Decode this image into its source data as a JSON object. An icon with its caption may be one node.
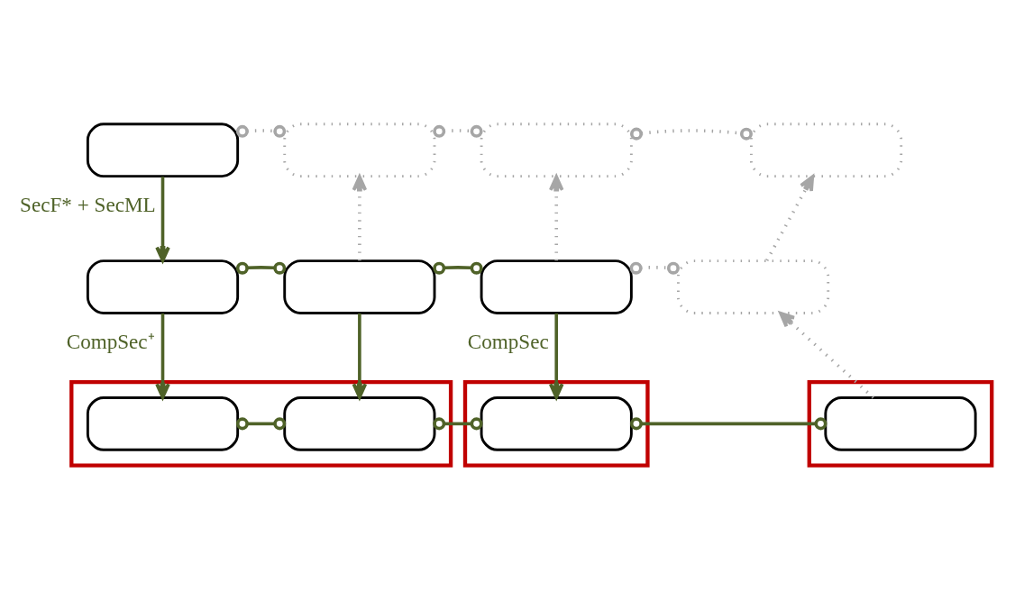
{
  "diagram": {
    "nodes": [
      {
        "text": [],
        "shape": "box"
      },
      {
        "text": [],
        "shape": "box"
      },
      {
        "text": [],
        "shape": "box"
      },
      {
        "text": [],
        "shape": "box"
      },
      {
        "text": [],
        "shape": "box"
      },
      {
        "text": [],
        "shape": "box"
      },
      {
        "text": [],
        "shape": "box"
      },
      {
        "text": [],
        "shape": "box"
      },
      {
        "text": [],
        "shape": "box"
      },
      {
        "text": [],
        "shape": "box",
        "in": 8
      },
      {
        "text": [],
        "shape": "box",
        "in": 8
      },
      {
        "text": [],
        "shape": "box"
      },
      {
        "text": [],
        "shape": "box",
        "in": 11
      },
      {
        "text": [],
        "shape": "box"
      },
      {
        "text": [],
        "shape": "box",
        "in": 13
      }
    ],
    "edges": [
      {
        "from": 0,
        "to": 4,
        "arrow": "to",
        "label": "SecF* + SecML"
      },
      {
        "from": 0,
        "to": 1,
        "arrow": "other",
        "style": "dashed",
        "color": "#a6a6a6"
      },
      {
        "from": 1,
        "to": 2,
        "arrow": "other",
        "style": "dashed",
        "color": "#a6a6a6"
      },
      {
        "from": 2,
        "to": 3,
        "arrow": "other",
        "style": "dashed",
        "color": "#a6a6a6"
      },
      {
        "from": 5,
        "to": 1,
        "arrow": "to",
        "style": "dashed",
        "color": "#a6a6a6"
      },
      {
        "from": 6,
        "to": 2,
        "arrow": "to",
        "style": "dashed",
        "color": "#a6a6a6"
      },
      {
        "from": 7,
        "to": 3,
        "arrow": "to",
        "style": "dashed",
        "color": "#a6a6a6"
      },
      {
        "from": 4,
        "to": 5,
        "arrow": "other"
      },
      {
        "from": 5,
        "to": 6,
        "arrow": "other"
      },
      {
        "from": 6,
        "to": 7,
        "arrow": "other",
        "style": "dashed",
        "color": "#a6a6a6"
      },
      {
        "from": 4,
        "to": 9,
        "arrow": "to",
        "label": "CompSec⁺"
      },
      {
        "from": 5,
        "to": 10,
        "arrow": "to"
      },
      {
        "from": 6,
        "to": 12,
        "arrow": "to",
        "label": "CompSec"
      },
      {
        "from": 14,
        "to": 7,
        "arrow": "to",
        "style": "dashed",
        "color": "#a6a6a6"
      },
      {
        "from": 9,
        "to": 10,
        "arrow": "other"
      },
      {
        "from": 10,
        "to": 12,
        "arrow": "other"
      },
      {
        "from": 12,
        "to": 14,
        "arrow": "other"
      }
    ]
  }
}
